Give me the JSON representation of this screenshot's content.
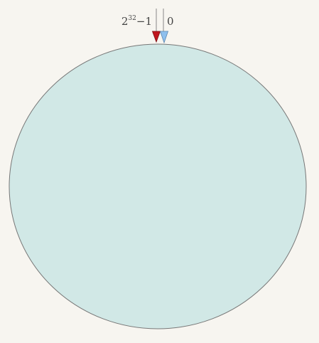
{
  "ring": {
    "fill_color": "#d1e8e6",
    "stroke_color": "#777777"
  },
  "markers": {
    "max_label": {
      "base": "2",
      "exponent": "32",
      "suffix": "−1"
    },
    "min_label": "0",
    "max_marker_color": "#c0161e",
    "min_marker_color": "#8fc0ee"
  }
}
